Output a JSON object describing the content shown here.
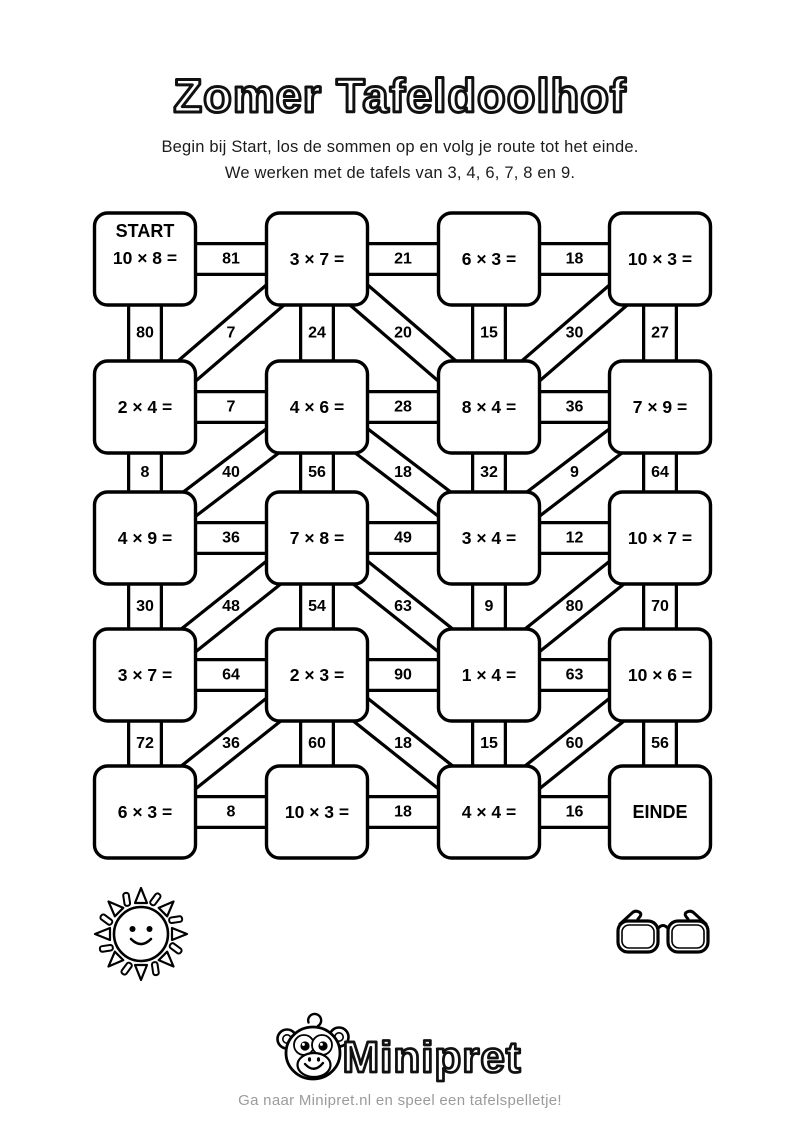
{
  "page": {
    "title": "Zomer Tafeldoolhof",
    "instructions_line1": "Begin bij Start, los de sommen op en volg je route tot het einde.",
    "instructions_line2": "We werken met de tafels van 3, 4, 6, 7, 8 en 9.",
    "footer": "Ga naar Minipret.nl en speel een tafelspelletje!",
    "brand": "Minipret"
  },
  "colors": {
    "ink": "#000000",
    "paper": "#ffffff",
    "footer_text": "#9b9b9b"
  },
  "maze": {
    "start_label": "START",
    "end_label": "EINDE",
    "problems": [
      [
        "10 × 8 =",
        "3 × 7 =",
        "6 × 3 =",
        "10 × 3 ="
      ],
      [
        "2 × 4 =",
        "4 × 6 =",
        "8 × 4 =",
        "7 × 9 ="
      ],
      [
        "4 × 9 =",
        "7 × 8 =",
        "3 × 4 =",
        "10 × 7 ="
      ],
      [
        "3 × 7 =",
        "2 × 3 =",
        "1 × 4 =",
        "10 × 6 ="
      ],
      [
        "6 × 3 =",
        "10 × 3 =",
        "4 × 4 =",
        ""
      ]
    ],
    "horizontal_answers": [
      [
        "81",
        "21",
        "18"
      ],
      [
        "7",
        "28",
        "36"
      ],
      [
        "36",
        "49",
        "12"
      ],
      [
        "64",
        "90",
        "63"
      ],
      [
        "8",
        "18",
        "16"
      ]
    ],
    "vertical_answers": [
      [
        "80",
        "24",
        "15",
        "27"
      ],
      [
        "8",
        "56",
        "32",
        "64"
      ],
      [
        "30",
        "54",
        "9",
        "70"
      ],
      [
        "72",
        "60",
        "15",
        "56"
      ]
    ],
    "diagonal_answers": [
      [
        {
          "dir": "up",
          "value": "7"
        },
        {
          "dir": "down",
          "value": "20"
        },
        {
          "dir": "up",
          "value": "30"
        }
      ],
      [
        {
          "dir": "up",
          "value": "40"
        },
        {
          "dir": "down",
          "value": "18"
        },
        {
          "dir": "up",
          "value": "9"
        }
      ],
      [
        {
          "dir": "up",
          "value": "48"
        },
        {
          "dir": "down",
          "value": "63"
        },
        {
          "dir": "up",
          "value": "80"
        }
      ],
      [
        {
          "dir": "up",
          "value": "36"
        },
        {
          "dir": "down",
          "value": "18"
        },
        {
          "dir": "up",
          "value": "60"
        }
      ]
    ]
  }
}
